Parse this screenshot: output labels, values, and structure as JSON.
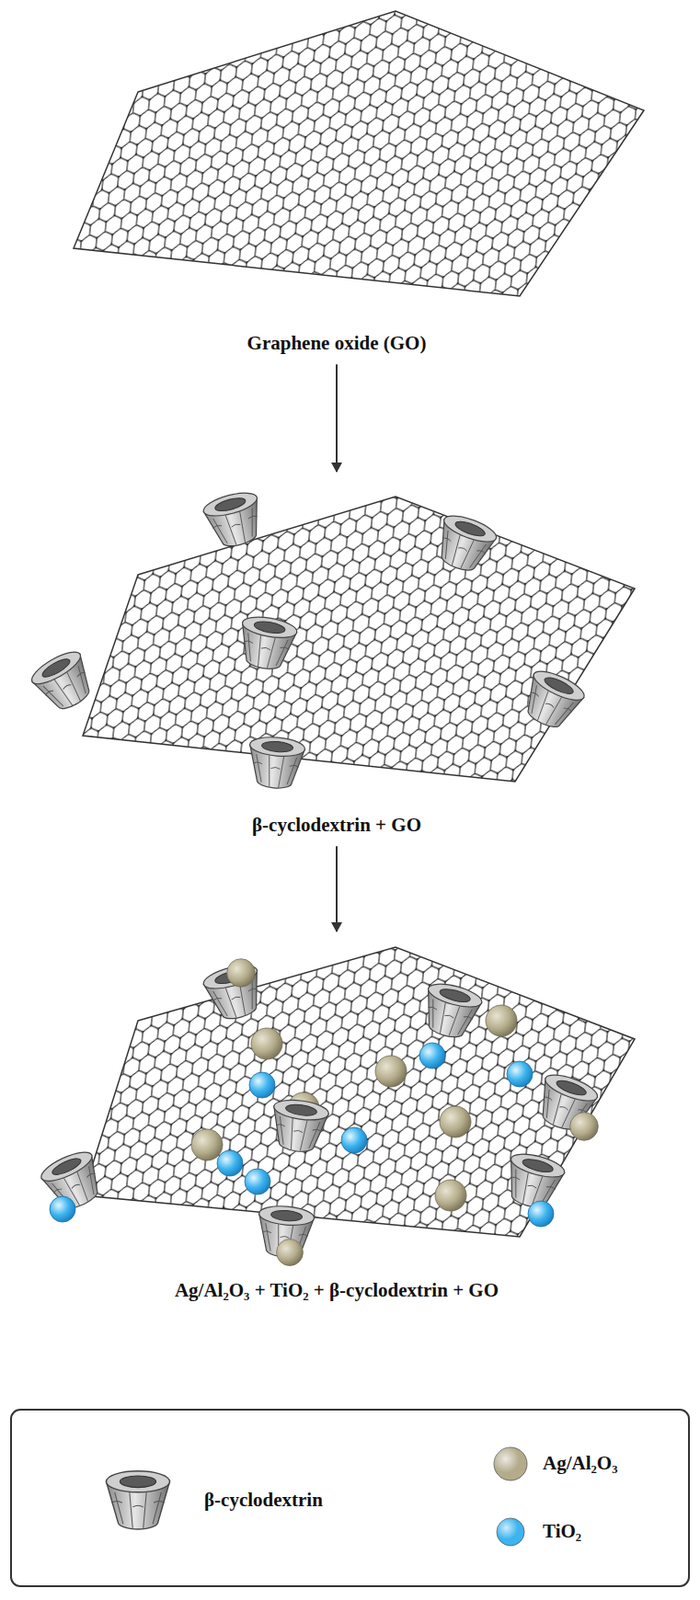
{
  "diagram": {
    "nodes": [
      {
        "text": [
          "Graphene oxide (GO)"
        ]
      },
      {
        "text": [
          "β-cyclodextrin + GO"
        ]
      },
      {
        "text": [
          "Ag/Al₂O₃ + TiO₂ + β-cyclodextrin + GO"
        ]
      }
    ],
    "edges": [
      {
        "from": 0,
        "to": 1,
        "arrow": "to"
      },
      {
        "from": 1,
        "to": 2,
        "arrow": "to"
      }
    ],
    "legend": [
      {
        "text": "β-cyclodextrin"
      },
      {
        "text": "Ag/Al₂O₃",
        "color": "#b3ab8a"
      },
      {
        "text": "TiO₂",
        "color": "#3cb4ef"
      }
    ]
  }
}
